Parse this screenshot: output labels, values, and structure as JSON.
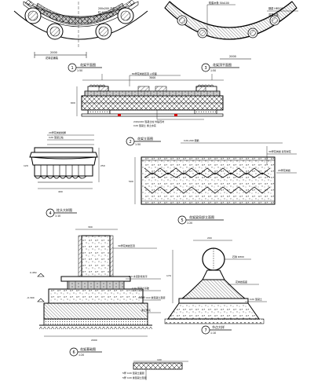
{
  "sheet": {
    "views": [
      {
        "num": "1",
        "title": "花架平面图",
        "scale": "1:50"
      },
      {
        "num": "3",
        "title": "花架顶平面图",
        "scale": "1:50"
      },
      {
        "num": "2",
        "title": "花架立面图",
        "scale": "1:50"
      },
      {
        "num": "4",
        "title": "柱头大样图",
        "scale": "1:10"
      },
      {
        "num": "5",
        "title": "花架梁局部立面图",
        "scale": "1:20"
      },
      {
        "num": "6",
        "title": "花架基础图",
        "scale": "1:20"
      },
      {
        "num": "7",
        "title": "节点大样",
        "scale": "1:10"
      }
    ],
    "notes": {
      "v1_a": "花岗岩铺装",
      "v1_b": "200x200 青石",
      "v1_c": "柱 400x400",
      "v3_a": "防腐木条 50x100",
      "v3_b": "钢梁 HM200",
      "v3_c": "混凝土梁",
      "v2_a": "80厚花岗岩压顶 火烧面",
      "v2_b": "240x240 混凝土柱 外贴石材",
      "v2_c": "C20 混凝土 素土夯实",
      "v4_a": "20厚花岗岩线脚",
      "v4_b": "C20 混凝土柱",
      "v5_a": "C20-200 钢筋",
      "v5_b": "30厚花岗岩 菱形拼花",
      "v5_c": "20厚花岗岩",
      "v6_a": "30厚花岗岩压顶",
      "v6_b": "1:3 水泥砂浆找平",
      "v6_c": "C20 混凝土基础",
      "v6_d": "100厚 C10 素混凝土垫层",
      "v6_e": "素土夯实",
      "v6_f": "-0.300",
      "v6_g": "0.450",
      "v7_a": "石球 Φ300",
      "v7_b": "花岗岩底座",
      "v7_c": "C20 混凝土",
      "bottom_a": "5厚 C20 混凝土面层",
      "bottom_b": "5厚 C20 素混凝土垫层"
    },
    "dims": {
      "d400": "400",
      "d300": "300",
      "d200": "200",
      "d170": "170",
      "d120": "120",
      "d2000": "2000",
      "d500": "500",
      "d600": "600",
      "d100": "100",
      "d3000": "3000",
      "d250": "250"
    }
  }
}
